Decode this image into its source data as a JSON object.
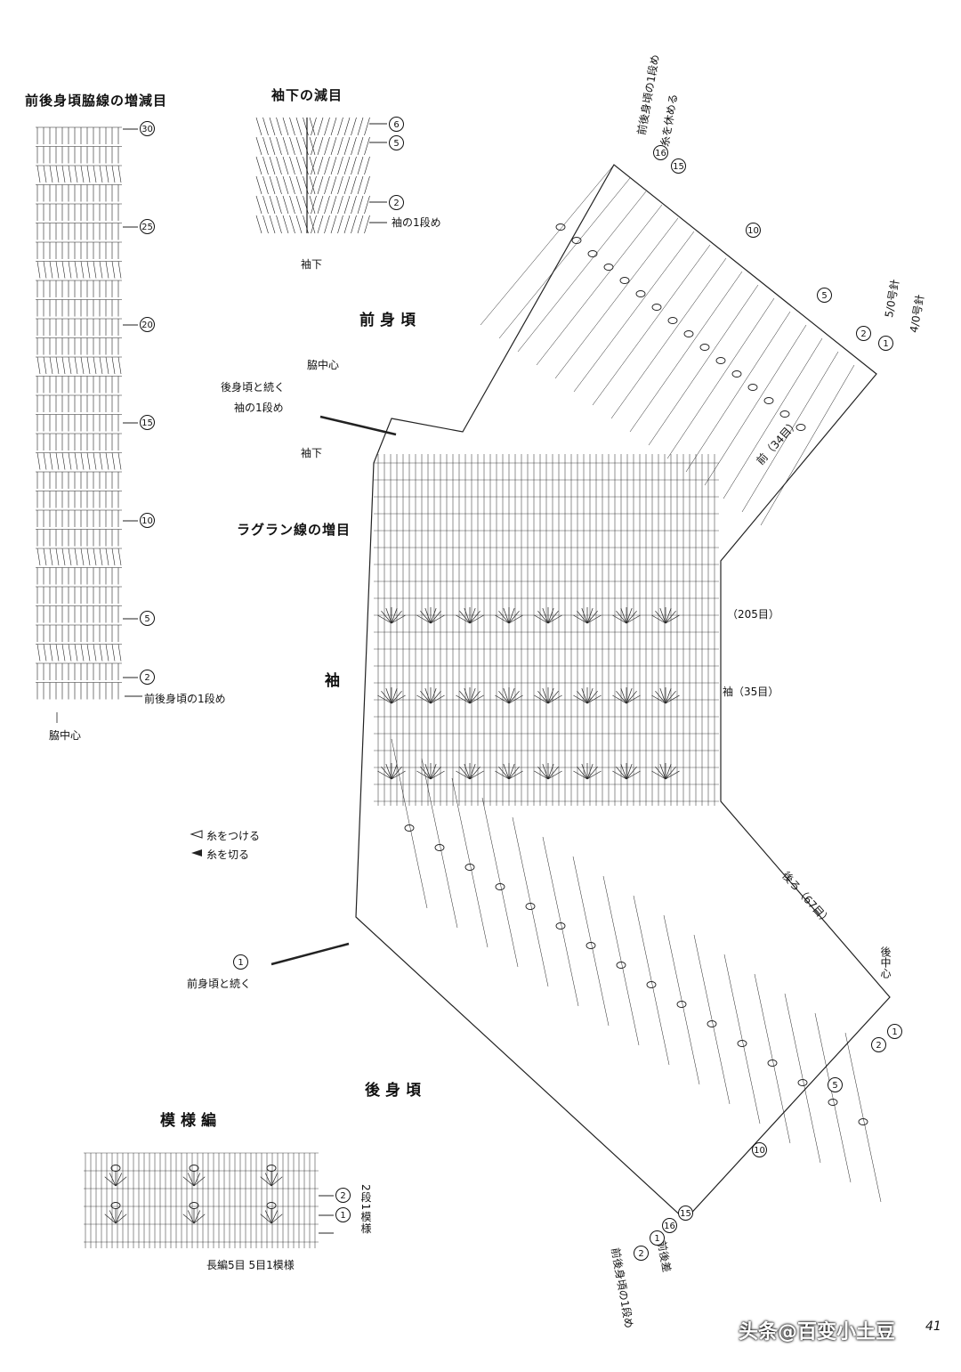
{
  "side_chart": {
    "title": "前後身頃脇線の増減目",
    "row_labels": [
      "30",
      "25",
      "20",
      "15",
      "10",
      "5",
      "2"
    ],
    "bottom_note": "前後身頃の1段め",
    "center_label": "脇中心"
  },
  "sleeve_chart": {
    "title": "袖下の減目",
    "row_labels": [
      "6",
      "5",
      "2"
    ],
    "first_row_note": "袖の1段め",
    "center_label": "袖下"
  },
  "main": {
    "front_body": "前身頃",
    "back_body": "後身頃",
    "sleeve": "袖",
    "raglan": "ラグラン線の増目",
    "side_center": "脇中心",
    "continue_back": "後身頃と続く",
    "sleeve_first_row": "袖の1段め",
    "sleeve_under": "袖下",
    "continue_front": "前身頃と続く",
    "front_count": "前（34目）",
    "total_count": "（205目）",
    "sleeve_count": "袖（35目）",
    "back_count": "後ろ（67目）",
    "back_center": "後中心",
    "top_note_1": "前後身頃の1段め",
    "top_note_2": "糸を休める",
    "hook_1": "5/0号針",
    "hook_2": "4/0号針",
    "bottom_note_1": "前後身頃の1段め",
    "bottom_note_2": "前後差",
    "row_marks": [
      "16",
      "15",
      "10",
      "5",
      "2",
      "1"
    ]
  },
  "legend": {
    "attach": "糸をつける",
    "cut": "糸を切る"
  },
  "pattern": {
    "title": "模様編",
    "rows": [
      "2",
      "1"
    ],
    "repeat_note": "2段1模様",
    "bottom_note": "長編5目 5目1模様"
  },
  "watermark": "头条@百变小土豆",
  "page_number": "41"
}
